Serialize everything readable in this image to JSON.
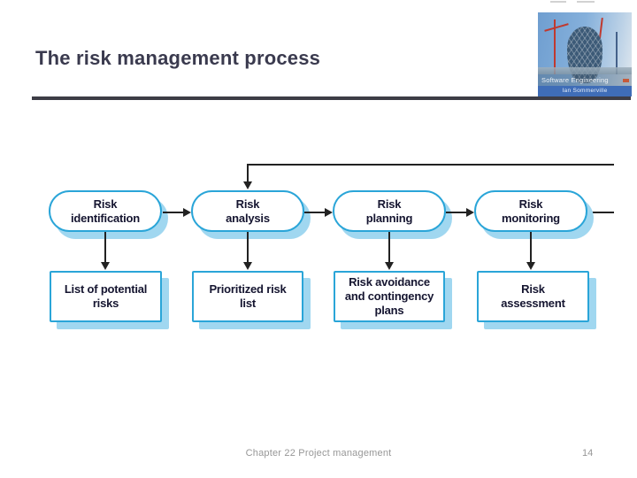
{
  "slide": {
    "title": "The risk management process",
    "footer": {
      "chapter": "Chapter 22 Project management",
      "page": "14"
    }
  },
  "book_cover": {
    "title": "Software Engineering",
    "author": "Ian Sommerville"
  },
  "colors": {
    "accent_border": "#2aa5d8",
    "shadow": "#a0d7f0",
    "title_text": "#3a3a4e",
    "rule": "#3d3d46",
    "node_text": "#151530",
    "line": "#222222",
    "footer_text": "#979797"
  },
  "diagram": {
    "stages": [
      {
        "label": "Risk\nidentification",
        "output": "List of potential\nrisks"
      },
      {
        "label": "Risk\nanalysis",
        "output": "Prioritized risk\nlist"
      },
      {
        "label": "Risk\nplanning",
        "output": "Risk avoidance\nand contingency\nplans"
      },
      {
        "label": "Risk\nmonitoring",
        "output": "Risk\nassessment"
      }
    ]
  }
}
